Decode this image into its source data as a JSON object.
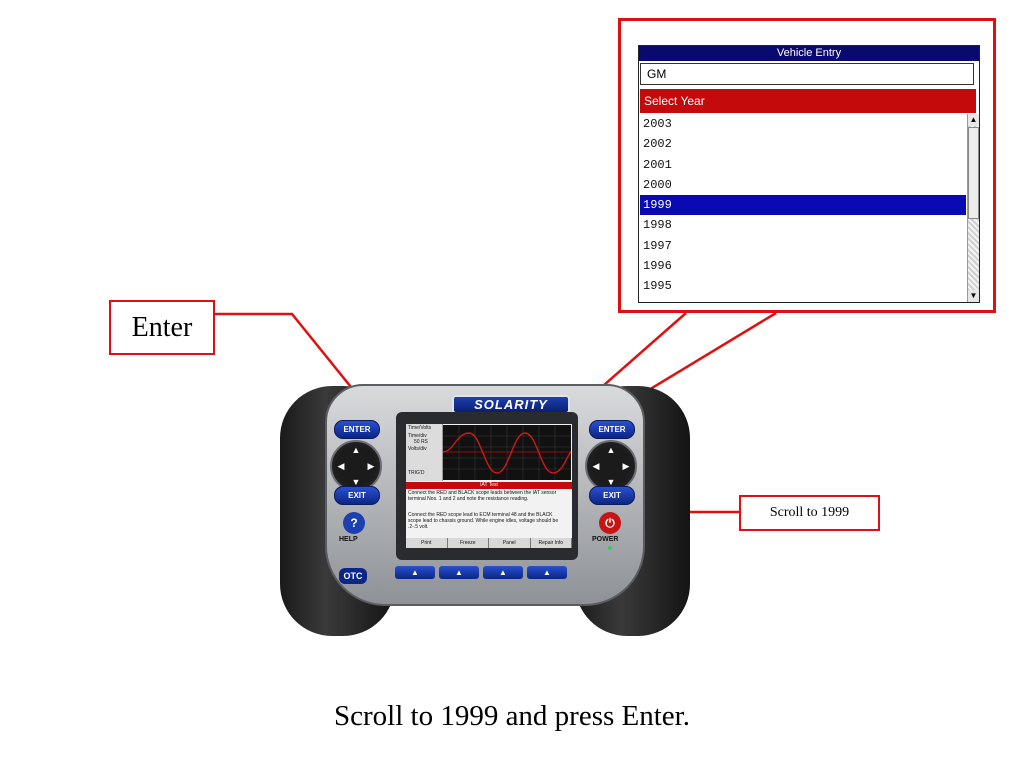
{
  "vehicle_entry": {
    "title": "Vehicle Entry",
    "make_value": "GM",
    "select_header": "Select Year",
    "years": [
      "2003",
      "2002",
      "2001",
      "2000",
      "1999",
      "1998",
      "1997",
      "1996",
      "1995"
    ],
    "selected_year": "1999"
  },
  "callouts": {
    "enter_label": "Enter",
    "scroll_label": "Scroll to 1999"
  },
  "device": {
    "brand_logo": "SOLARITY",
    "maker_logo": "OTC",
    "enter_label": "ENTER",
    "exit_label": "EXIT",
    "help_label": "HELP",
    "power_label": "POWER",
    "help_symbol": "?",
    "fkey_symbol": "▲",
    "screen": {
      "side_labels": [
        "Time/Volts",
        "Time/div",
        "50 RS",
        "Volts/div",
        "TRIG'D"
      ],
      "iat_header": "IAT Test",
      "iat_text_1": "Connect the RED and BLACK scope leads between the IAT sensor terminal Nos. 1 and 2 and note the resistance reading.",
      "iat_text_2": "Connect the RED scope lead to ECM terminal 48 and the BLACK scope lead to chassis ground. While engine idles, voltage should be .2-.5 volt.",
      "softkeys": [
        "Print",
        "Freeze",
        "Panel",
        "Repair Info"
      ]
    }
  },
  "caption": "Scroll to 1999 and press Enter.",
  "colors": {
    "callout_red": "#e01010",
    "title_bar": "#0a0a6e",
    "header_red": "#c40a0a",
    "selection_blue": "#0a0ab4",
    "button_blue": "#1d3fb0"
  }
}
